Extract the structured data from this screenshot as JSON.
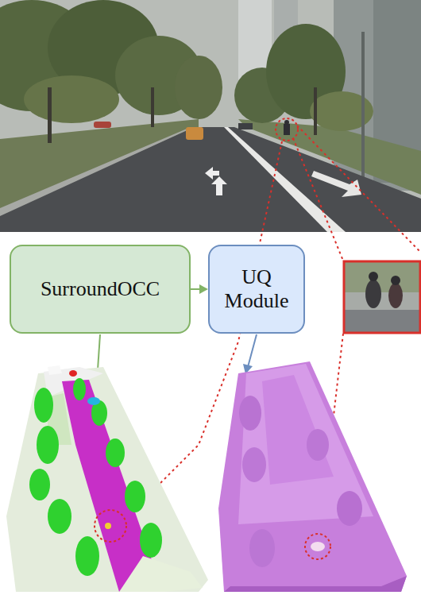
{
  "diagram": {
    "nodes": [
      {
        "text": [
          "SurroundOCC"
        ]
      },
      {
        "text": [
          "UQ Module"
        ]
      }
    ],
    "edges": [
      {
        "from": 0,
        "to": 1,
        "arrow": "to"
      }
    ]
  }
}
